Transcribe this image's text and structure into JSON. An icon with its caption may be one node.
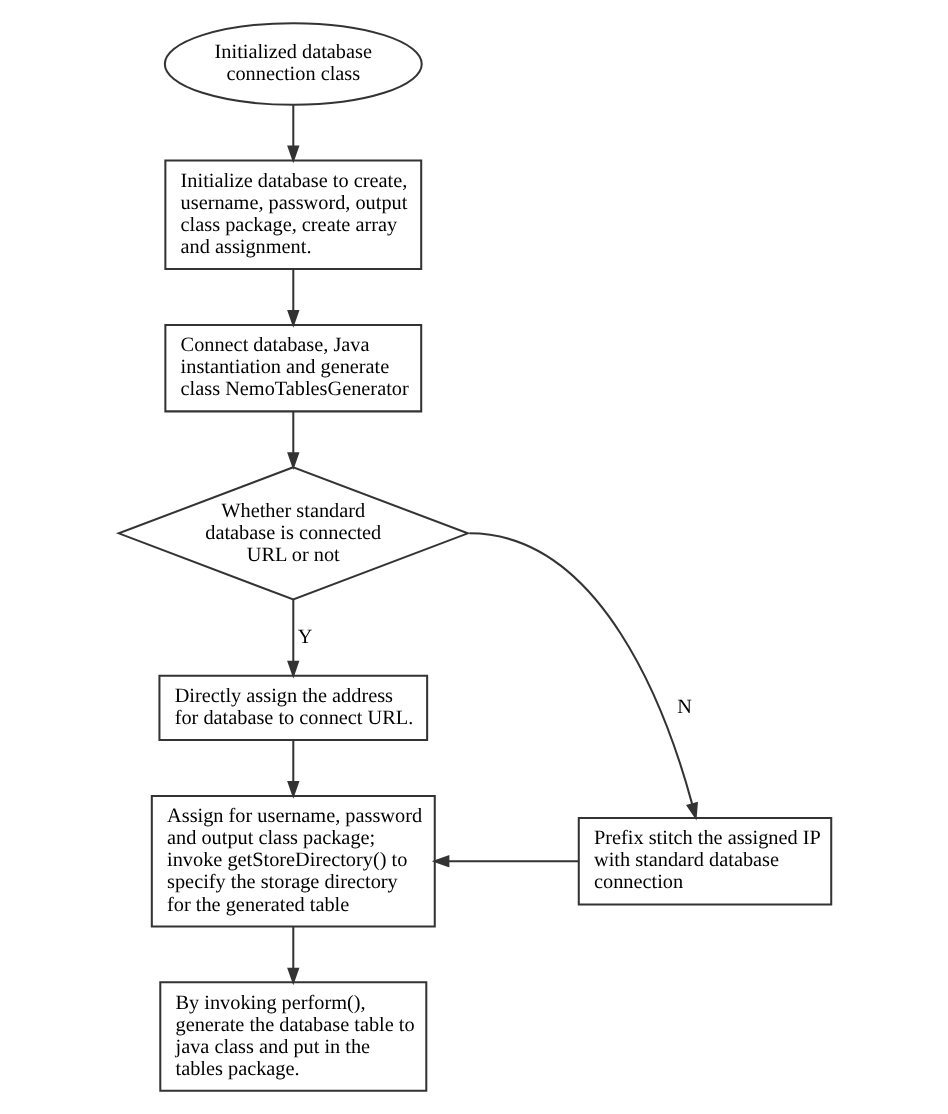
{
  "diagram": {
    "nodes": [
      {
        "text": [
          "Initialized database connection class"
        ]
      },
      {
        "text": [
          "Initialize database to create, username, password, output class package, create array and assignment."
        ]
      },
      {
        "text": [
          "Connect database, Java instantiation and generate class NemoTablesGenerator"
        ]
      },
      {
        "text": [
          "Whether standard database is connected URL or not"
        ]
      },
      {
        "text": [
          "Directly assign the address for database to connect URL."
        ]
      },
      {
        "text": [
          "Assign for username, password and output class package; invoke getStoreDirectory() to specify the storage directory for the generated table"
        ]
      },
      {
        "text": [
          "Prefix stitch the assigned IP with standard database connection"
        ]
      },
      {
        "text": [
          "By invoking perform(), generate the database table to java class and put in the tables package."
        ]
      }
    ],
    "edges": [
      {
        "from": 0,
        "to": 1,
        "arrow": "to"
      },
      {
        "from": 1,
        "to": 2,
        "arrow": "to"
      },
      {
        "from": 2,
        "to": 3,
        "arrow": "to"
      },
      {
        "from": 3,
        "to": 4,
        "arrow": "to",
        "label": "Y"
      },
      {
        "from": 3,
        "to": 6,
        "arrow": "to",
        "label": "N"
      },
      {
        "from": 4,
        "to": 5,
        "arrow": "to"
      },
      {
        "from": 6,
        "to": 5,
        "arrow": "to"
      },
      {
        "from": 5,
        "to": 7,
        "arrow": "to"
      }
    ]
  }
}
